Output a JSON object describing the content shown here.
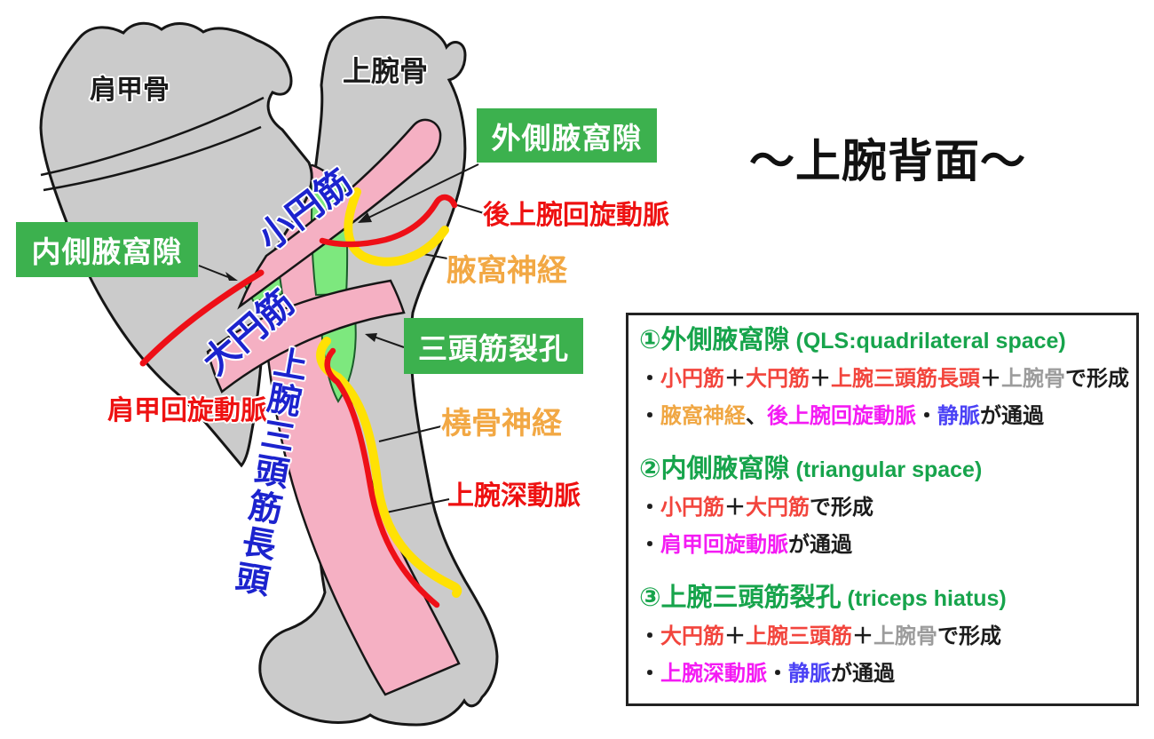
{
  "title": "～上腕背面～",
  "palette": {
    "black": "#1c1c1c",
    "green": "#17a44c",
    "red": "#f2453d",
    "gray": "#9c9c9c",
    "orange": "#f0a743",
    "magenta": "#f41bf4",
    "vein_blue": "#4b42f5",
    "box_green_bg": "#3cb14e",
    "artery_line_red": "#ee0f17",
    "nerve_line_yellow": "#ffe104",
    "muscle_pink": "#f5b0c3",
    "space_light_green": "#7de87e",
    "bone_gray": "#cbcbcb",
    "muscle_text_blue": "#1c23ce",
    "label_red": "#ee1111",
    "label_orange": "#f2a844"
  },
  "diagram": {
    "bones": {
      "scapula": "肩甲骨",
      "humerus": "上腕骨"
    },
    "muscles": {
      "teres_minor": "小円筋",
      "teres_major": "大円筋",
      "triceps_long_head": "上腕三頭筋長頭"
    },
    "space_boxes": {
      "lateral": "外側腋窩隙",
      "medial": "内側腋窩隙",
      "hiatus": "三頭筋裂孔"
    },
    "vessels": {
      "posterior_circumflex_humeral_artery": "後上腕回旋動脈",
      "axillary_nerve": "腋窩神経",
      "circumflex_scapular_artery": "肩甲回旋動脈",
      "radial_nerve": "橈骨神経",
      "deep_brachial_artery": "上腕深動脈"
    }
  },
  "panel": {
    "sections": [
      {
        "title_jp": "①外側腋窩隙",
        "title_en": " (QLS:quadrilateral space)",
        "lines": [
          [
            {
              "t": "・",
              "c": "black"
            },
            {
              "t": "小円筋",
              "c": "red"
            },
            {
              "t": "＋",
              "c": "black"
            },
            {
              "t": "大円筋",
              "c": "red"
            },
            {
              "t": "＋",
              "c": "black"
            },
            {
              "t": "上腕三頭筋長頭",
              "c": "red"
            },
            {
              "t": "＋",
              "c": "black"
            },
            {
              "t": "上腕骨",
              "c": "gray"
            },
            {
              "t": "で形成",
              "c": "black"
            }
          ],
          [
            {
              "t": "・",
              "c": "black"
            },
            {
              "t": "腋窩神経",
              "c": "orange"
            },
            {
              "t": "、",
              "c": "black"
            },
            {
              "t": "後上腕回旋動脈",
              "c": "magenta"
            },
            {
              "t": "・",
              "c": "black"
            },
            {
              "t": "静脈",
              "c": "vein_blue"
            },
            {
              "t": "が通過",
              "c": "black"
            }
          ]
        ]
      },
      {
        "title_jp": "②内側腋窩隙",
        "title_en": " (triangular space)",
        "lines": [
          [
            {
              "t": "・",
              "c": "black"
            },
            {
              "t": "小円筋",
              "c": "red"
            },
            {
              "t": "＋",
              "c": "black"
            },
            {
              "t": "大円筋",
              "c": "red"
            },
            {
              "t": "で形成",
              "c": "black"
            }
          ],
          [
            {
              "t": "・",
              "c": "black"
            },
            {
              "t": "肩甲回旋動脈",
              "c": "magenta"
            },
            {
              "t": "が通過",
              "c": "black"
            }
          ]
        ]
      },
      {
        "title_jp": "③上腕三頭筋裂孔",
        "title_en": " (triceps hiatus)",
        "lines": [
          [
            {
              "t": "・",
              "c": "black"
            },
            {
              "t": "大円筋",
              "c": "red"
            },
            {
              "t": "＋",
              "c": "black"
            },
            {
              "t": "上腕三頭筋",
              "c": "red"
            },
            {
              "t": "＋",
              "c": "black"
            },
            {
              "t": "上腕骨",
              "c": "gray"
            },
            {
              "t": "で形成",
              "c": "black"
            }
          ],
          [
            {
              "t": "・",
              "c": "black"
            },
            {
              "t": "上腕深動脈",
              "c": "magenta"
            },
            {
              "t": "・",
              "c": "black"
            },
            {
              "t": "静脈",
              "c": "vein_blue"
            },
            {
              "t": "が通過",
              "c": "black"
            }
          ]
        ]
      }
    ]
  }
}
